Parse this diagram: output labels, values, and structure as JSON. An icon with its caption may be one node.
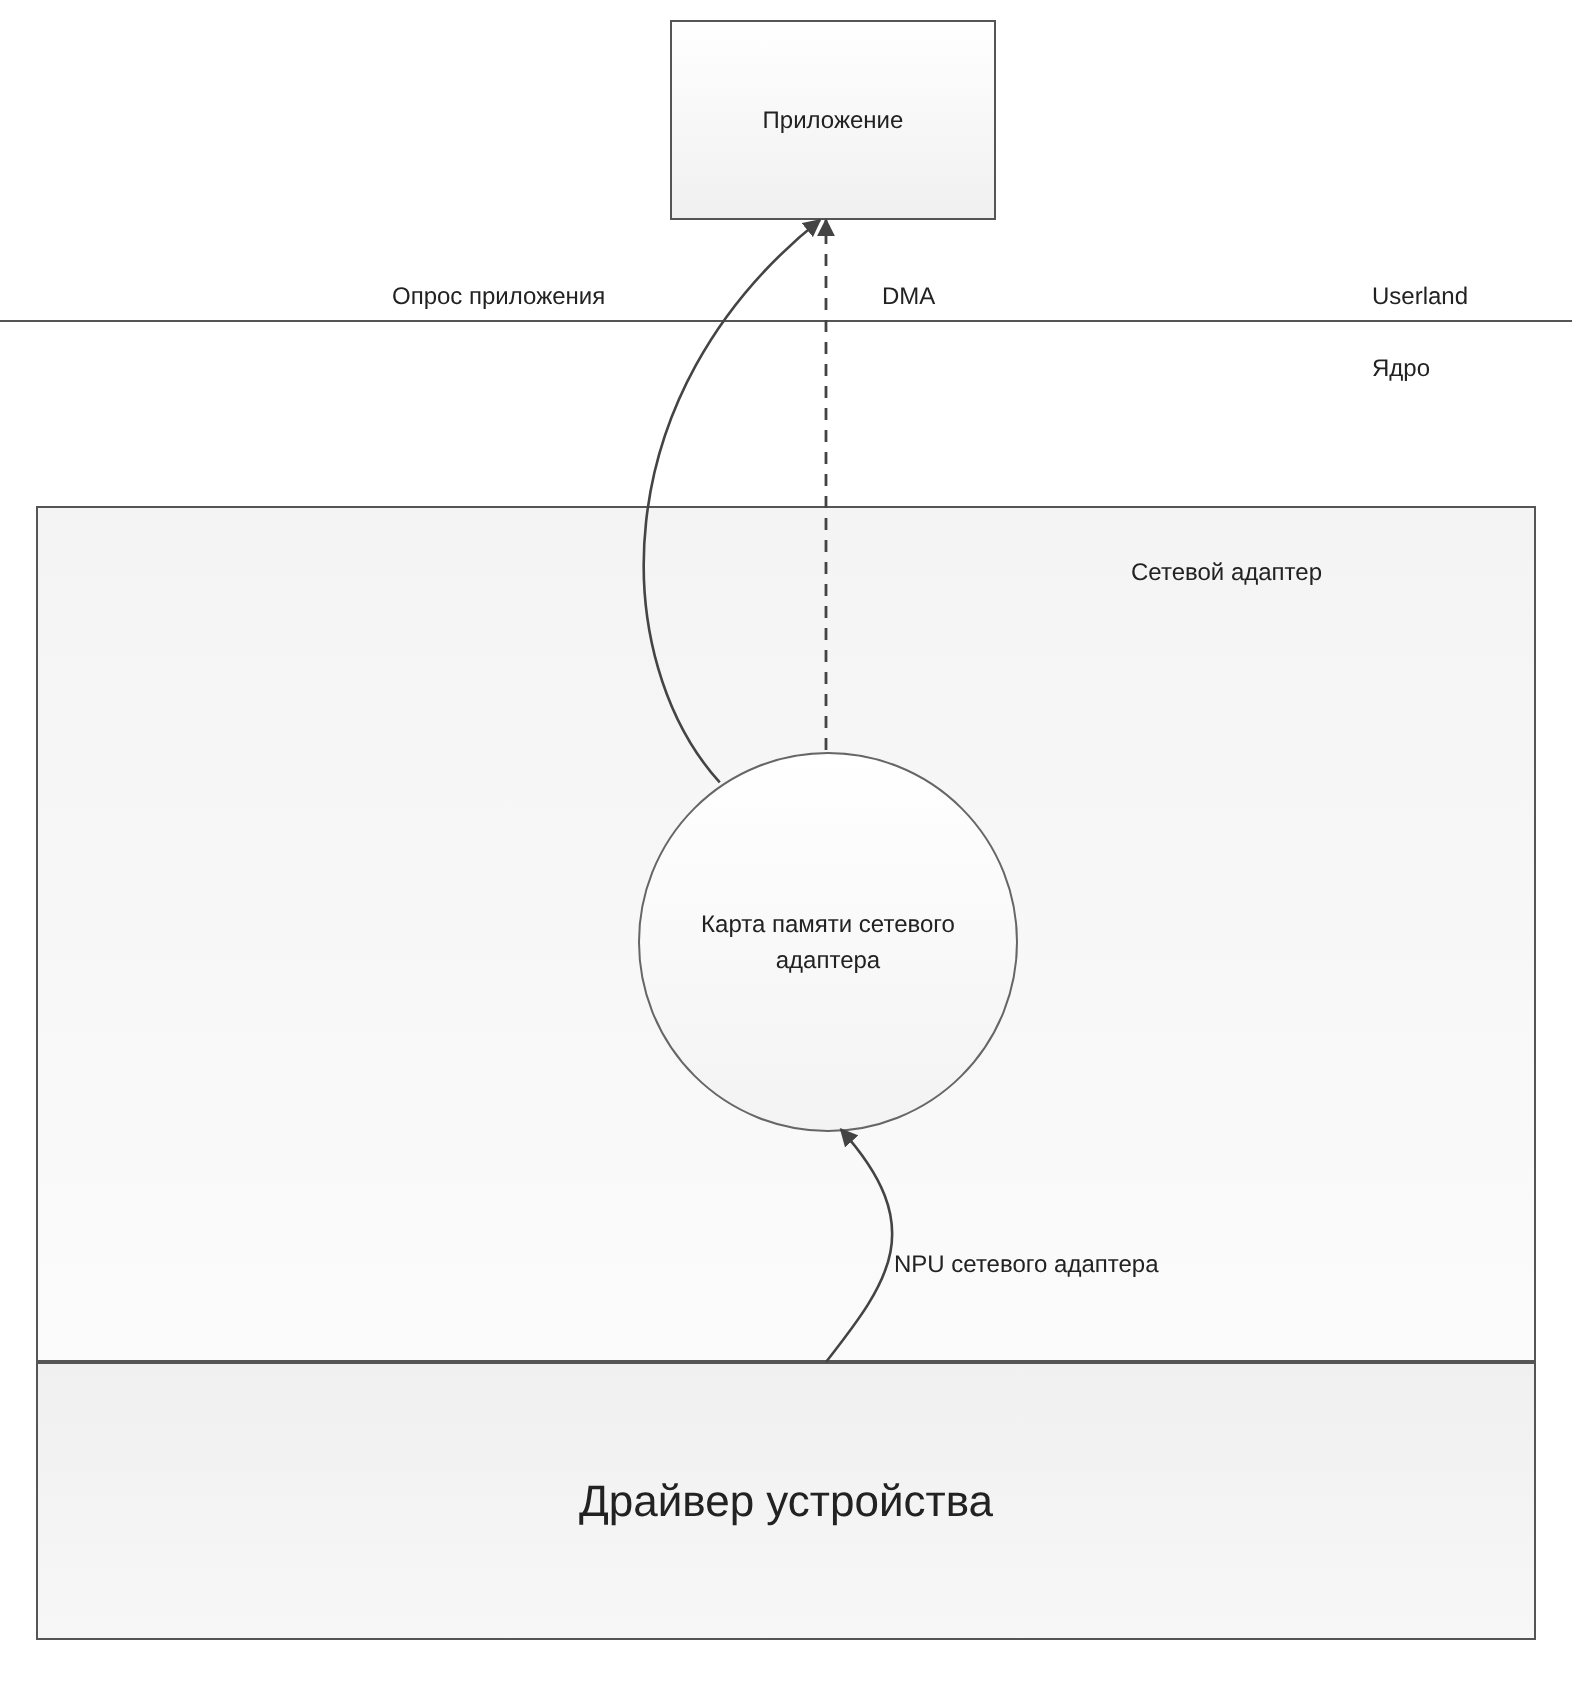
{
  "diagram": {
    "nodes": [
      {
        "text": [
          "Приложение"
        ]
      },
      {
        "text": [
          "Сетевой адаптер"
        ]
      },
      {
        "text": [
          "Карта памяти сетевого адаптера"
        ],
        "in": 1
      },
      {
        "text": [
          "Драйвер устройства"
        ]
      }
    ],
    "edges": [
      {
        "from": 2,
        "to": 0,
        "arrow": "to",
        "label": "Опрос приложения"
      },
      {
        "from": 2,
        "to": 0,
        "arrow": "to",
        "label": "DMA",
        "style": "dashed"
      },
      {
        "from": 3,
        "to": 2,
        "arrow": "to",
        "label": "NPU сетевого адаптера"
      }
    ],
    "labels": [
      "Userland",
      "Ядро"
    ]
  }
}
